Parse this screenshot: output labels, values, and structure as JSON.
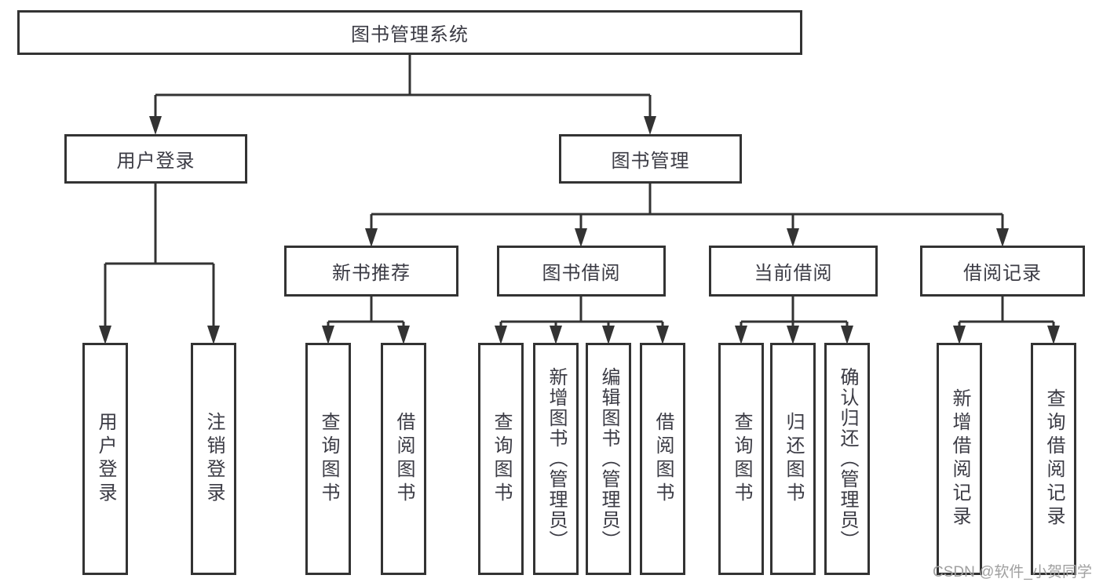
{
  "diagram": {
    "root": {
      "label": "图书管理系统"
    },
    "level2": [
      {
        "id": "user-login",
        "label": "用户登录"
      },
      {
        "id": "book-management",
        "label": "图书管理"
      }
    ],
    "level3": [
      {
        "id": "new-book-recommend",
        "label": "新书推荐"
      },
      {
        "id": "book-borrow",
        "label": "图书借阅"
      },
      {
        "id": "current-borrow",
        "label": "当前借阅"
      },
      {
        "id": "borrow-records",
        "label": "借阅记录"
      }
    ],
    "leaves": [
      {
        "group": "user-login",
        "label": "用户登录"
      },
      {
        "group": "user-login",
        "label": "注销登录"
      },
      {
        "group": "new-book-recommend",
        "label": "查询图书"
      },
      {
        "group": "new-book-recommend",
        "label": "借阅图书"
      },
      {
        "group": "book-borrow",
        "label": "查询图书"
      },
      {
        "group": "book-borrow",
        "label": "新增图书（管理员）"
      },
      {
        "group": "book-borrow",
        "label": "编辑图书（管理员）"
      },
      {
        "group": "book-borrow",
        "label": "借阅图书"
      },
      {
        "group": "current-borrow",
        "label": "查询图书"
      },
      {
        "group": "current-borrow",
        "label": "归还图书"
      },
      {
        "group": "current-borrow",
        "label": "确认归还（管理员）"
      },
      {
        "group": "borrow-records",
        "label": "新增借阅记录"
      },
      {
        "group": "borrow-records",
        "label": "查询借阅记录"
      }
    ]
  },
  "watermark": {
    "text": "CSDN @软件_小贺同学"
  },
  "colors": {
    "line": "#333333",
    "box_border": "#333333",
    "text": "#3b3b44",
    "watermark": "#a0a0a0",
    "background": "#ffffff"
  }
}
